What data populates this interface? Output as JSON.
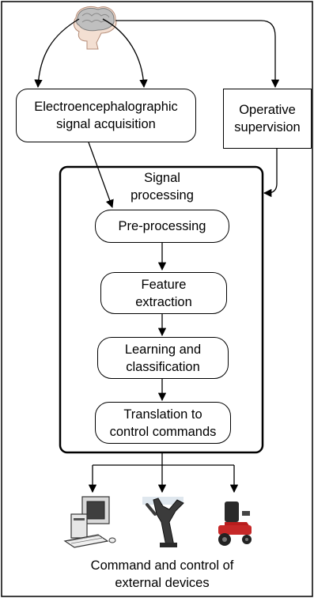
{
  "nodes": {
    "eeg": "Electroencephalographic\nsignal acquisition",
    "operative": "Operative\nsupervision",
    "signal_processing": "Signal\nprocessing",
    "preprocessing": "Pre-processing",
    "feature": "Feature\nextraction",
    "learning": "Learning and\nclassification",
    "translation": "Translation to\ncontrol commands",
    "devices": "Command and control of\nexternal devices"
  },
  "icons": [
    "brain-head-icon",
    "computer-icon",
    "robotic-hand-icon",
    "wheelchair-icon"
  ]
}
